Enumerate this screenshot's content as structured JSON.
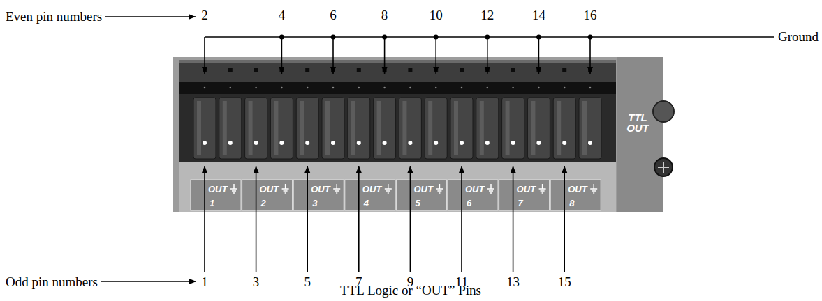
{
  "diagram": {
    "caption": "TTL Logic or “OUT” Pins",
    "labels": [
      "Even pin numbers",
      "2",
      "4",
      "6",
      "8",
      "10",
      "12",
      "14",
      "16",
      "Ground",
      "TTL OUT",
      "OUT",
      "1",
      "OUT",
      "2",
      "OUT",
      "3",
      "OUT",
      "4",
      "OUT",
      "5",
      "OUT",
      "6",
      "OUT",
      "7",
      "OUT",
      "8",
      "Odd pin numbers",
      "1",
      "3",
      "5",
      "7",
      "9",
      "11",
      "13",
      "15"
    ]
  }
}
